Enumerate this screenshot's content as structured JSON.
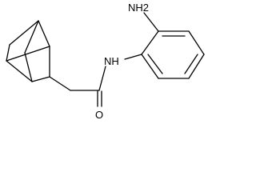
{
  "molecule": {
    "labels": {
      "amine": "NH2",
      "amide_nitrogen": "NH",
      "carbonyl_oxygen": "O"
    },
    "colors": {
      "bond": "#000000",
      "label": "#000000",
      "background": "#ffffff"
    }
  }
}
